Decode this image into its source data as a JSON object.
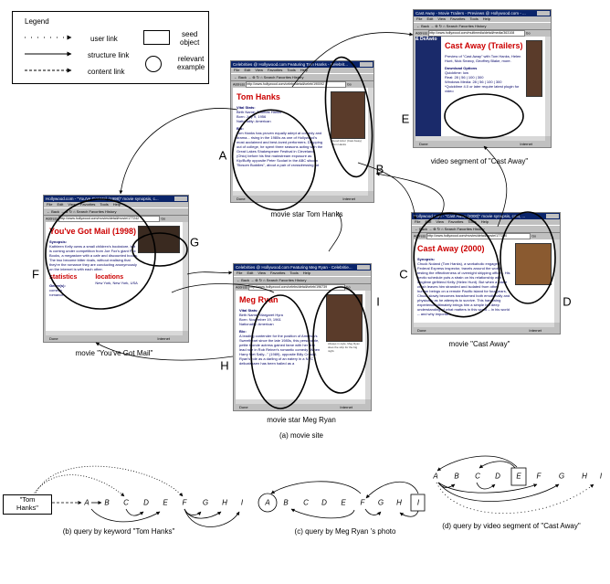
{
  "legend": {
    "title": "Legend",
    "user_link": "user link",
    "structure_link": "structure link",
    "content_link": "content link",
    "seed_object": [
      "seed",
      "object"
    ],
    "relevant_example": [
      "relevant",
      "example"
    ]
  },
  "windows": [
    {
      "id": "tom-hanks",
      "title": "Celebrities @ Hollywood.com Featuring Tom Hanks - Celebrit...",
      "address": "http://www.hollywood.com/celebs/detail/celeb/190092",
      "heading": "Tom Hanks",
      "lines": [
        "Vital Stats:",
        "Birth Name: Thomas Hanks",
        "Born: July 9, 1956",
        "Nationality: American",
        "Bio:",
        "Tom Hanks has proven equally adept at comedy and drama... rising in the 1980s as one of Hollywood's most acclaimed and best-loved performers. Dropping out of college, he spent three seasons acting with the Great Lakes Shakespeare Festival in Cleveland (Ohio) before his first mainstream exposure as Kip/Buffy opposite Peter Scolari in the ABC sitcom \"Bosom Buddies\", about a pair of crossdressing ad"
      ],
      "photo_caption": "Good Actor (Cast Away) Tom Hanks",
      "caption": "movie star Tom Hanks",
      "labels": [
        "A",
        "B"
      ]
    },
    {
      "id": "cast-away-trailers",
      "title": "Cast Away - Movie Trailers - Previews @ Hollywood.com - ...",
      "address": "http://www.hollywood.com/multimedia/detail/media/363108",
      "heading": "Cast Away (Trailers)",
      "lines": [
        "Preview of \"Cast Away\" with Tom Hanks, Helen Hunt, Nick Searcy, Geoffrey Blake, more.",
        "Download Options",
        "Quicktime: low",
        "Real: 28 | 56 | 100 | 300",
        "Windows Media: 28 | 56 | 100 | 300",
        "*Quicktime 4.0 or later require latest plugin for video"
      ],
      "side_label": "& DeAwto",
      "caption": "video segment of \"Cast Away\"",
      "labels": [
        "E"
      ]
    },
    {
      "id": "youve-got-mail",
      "title": "Hollywood.com - \"You've Got Mail (1998)\" movie synopsis, c...",
      "address": "http://www.hollywood.com/movies/detail/movie/177242",
      "heading": "You've Got Mail (1998)",
      "lines": [
        "Synopsis:",
        "Kathleen Kelly owns a small children's bookstore, but is coming under competition from Joe Fox's giant Fox Books, a megastore with a cafe and discounted books. The two become bitter rivals, without realising that they're the romance they are conducting anonymously on the internet is with each other."
      ],
      "extra": {
        "statistics": "statistics",
        "genre_label": "Genre(s):",
        "genres": [
          "comedy",
          "romance"
        ],
        "locations": "locations",
        "location": "New York, New York, USA"
      },
      "caption": "movie \"You've Got Mail\"",
      "labels": [
        "F",
        "G"
      ]
    },
    {
      "id": "meg-ryan",
      "title": "Celebrities @ Hollywood.com Featuring Meg Ryan - Celebritie...",
      "address": "http://www.hollywood.com/celebs/detail/celeb/196739",
      "heading": "Meg Ryan",
      "lines": [
        "Vital Stats:",
        "Birth Name: Margaret Hyra",
        "Born: November 19, 1961",
        "Nationality: American",
        "Bio:",
        "A leading contender for the position of America's Sweetheart since the late 1980s, this personable, petite blonde actress gained fame with her first lead role in Rob Reiner's romantic comedy \"When Harry Met Sally...\" (1989), opposite Billy Crystal. Ryan's role as a darling of an eatery in a NYC delicatessen has been hailed as a"
      ],
      "photo_caption": "Always in style, Meg Ryan does the strip for the big night.",
      "caption": "movie star Meg Ryan",
      "labels": [
        "H",
        "I"
      ]
    },
    {
      "id": "cast-away",
      "title": "Hollywood.com - \"Cast Away (2000)\" movie synopsis, cast, ...",
      "address": "http://www.hollywood.com/movies/detail/movie/177200",
      "heading": "Cast Away (2000)",
      "lines": [
        "Synopsis:",
        "Chuck Noland (Tom Hanks), a workaholic engaged Federal Express inspector, travels around the world testing the effectiveness of overnight shipping offices. His hectic schedule puts a strain on his relationship with longtime girlfriend Kelly (Helen Hunt). But when a plane crash leaves him stranded and isolated from other human beings on a remote Pacific island for four years, Chuck slowly becomes transformed both emotionally and physically as he attempts to survive. This harrowing experience ultimately brings him a simple but deep understanding of what matters in this world -- in his world -- and why important."
      ],
      "caption": "movie \"Cast Away\"",
      "labels": [
        "C",
        "D"
      ]
    }
  ],
  "browser": {
    "menu": [
      "File",
      "Edit",
      "View",
      "Favorites",
      "Tools",
      "Help"
    ],
    "toolbar": "← Back  →  ⊗  ↻  ⌂   Search   Favorites   History",
    "address_label": "Address",
    "go": "Go",
    "status_done": "Done",
    "status_zone": "Internet"
  },
  "site_caption": "(a) movie site",
  "graphs": {
    "b": {
      "caption": "(b) query by keyword \"Tom Hanks\"",
      "seed": [
        "\"Tom",
        "Hanks\""
      ],
      "nodes": [
        "A",
        "B",
        "C",
        "D",
        "E",
        "F",
        "G",
        "H",
        "I"
      ]
    },
    "c": {
      "caption": "(c) query by Meg Ryan 's photo",
      "nodes": [
        "A",
        "B",
        "C",
        "D",
        "E",
        "F",
        "G",
        "H",
        "I"
      ],
      "relevant": "A",
      "seed": "I"
    },
    "d": {
      "caption": "(d) query by video segment of \"Cast Away\"",
      "nodes": [
        "A",
        "B",
        "C",
        "D",
        "E",
        "F",
        "G",
        "H",
        "I"
      ],
      "seed": "E"
    }
  }
}
